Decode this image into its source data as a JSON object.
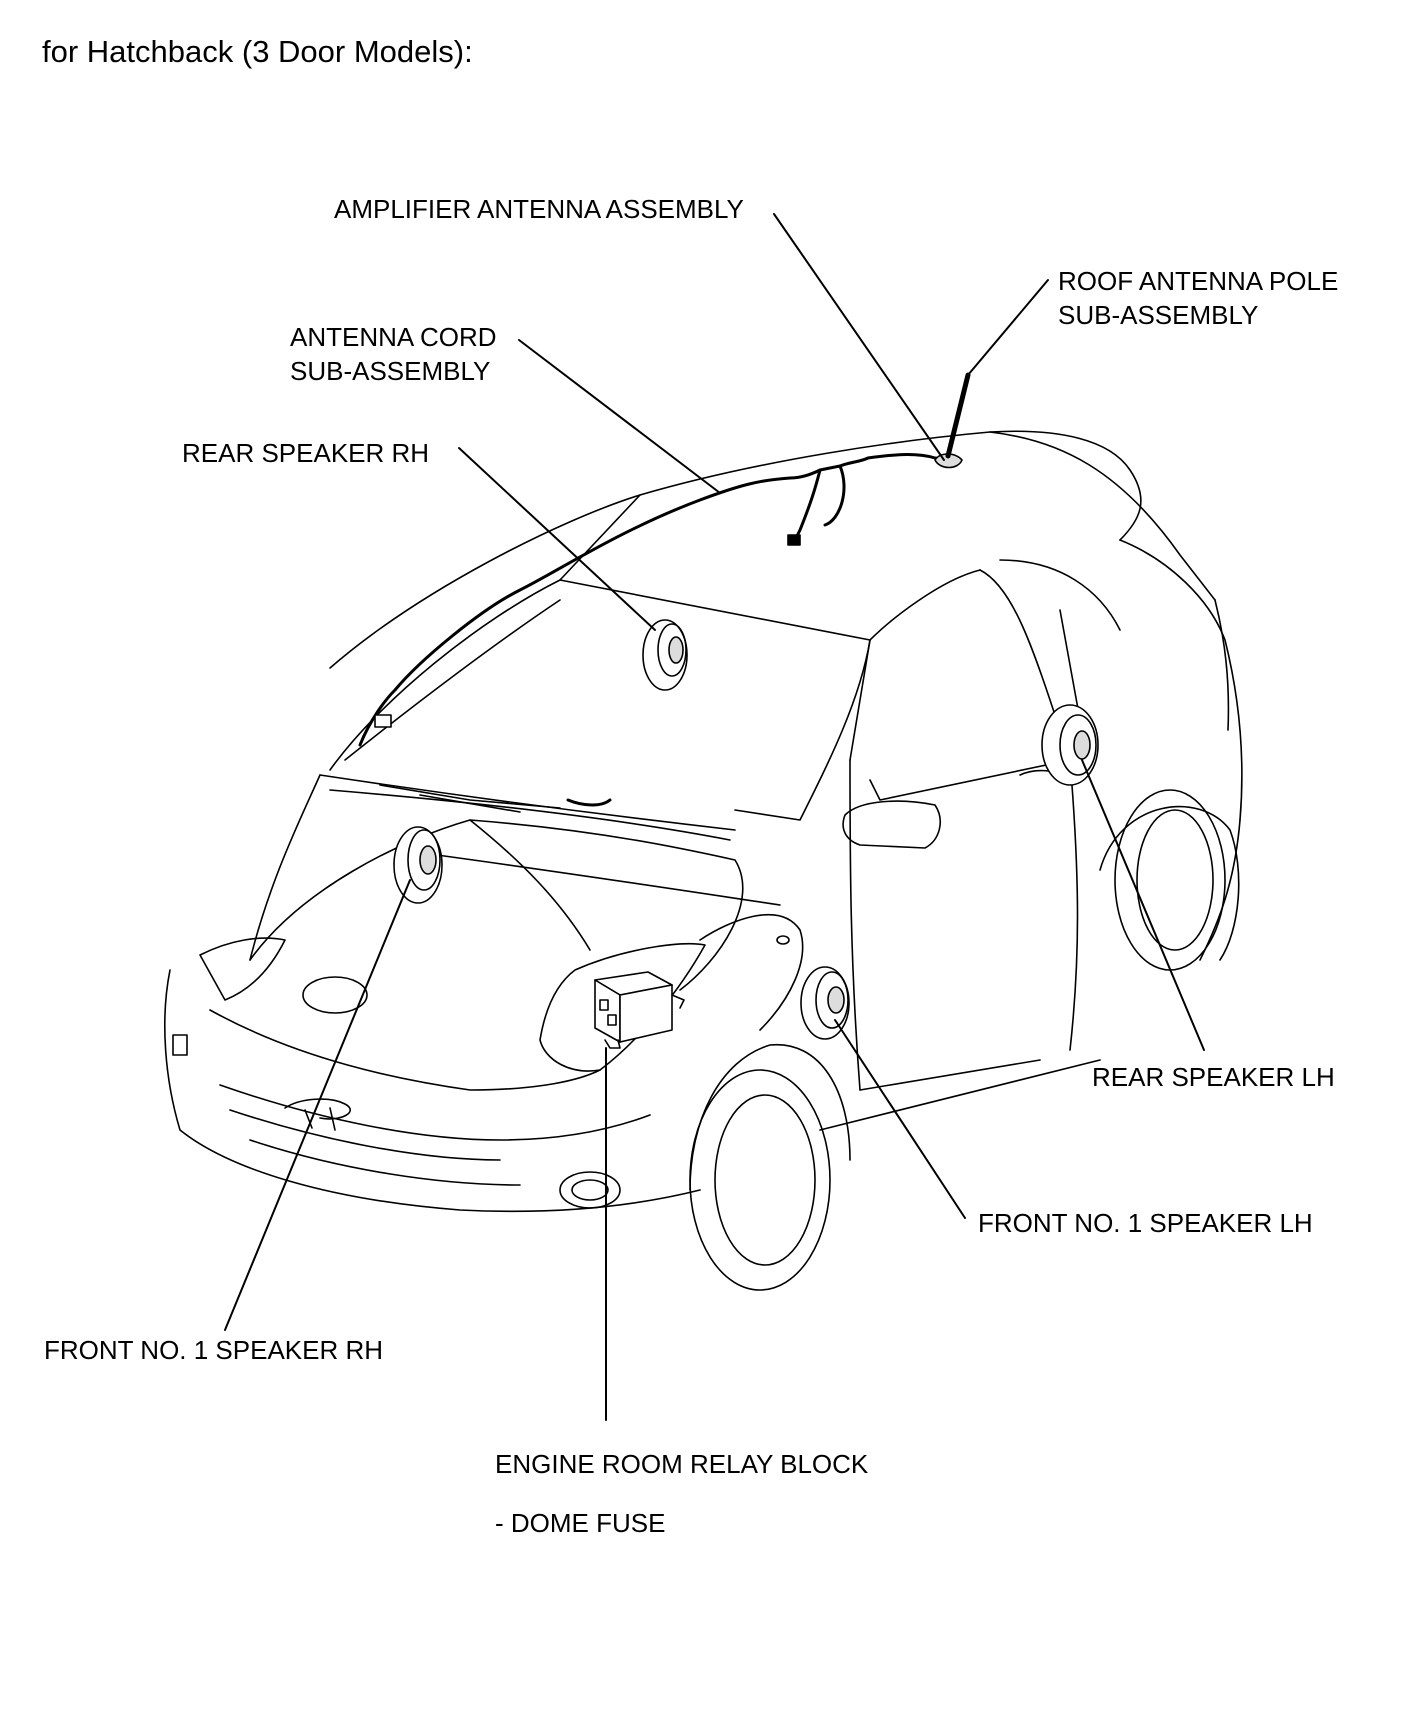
{
  "heading": "for Hatchback (3 Door Models):",
  "labels": {
    "amplifier_antenna": "AMPLIFIER ANTENNA ASSEMBLY",
    "roof_antenna_line1": "ROOF ANTENNA POLE",
    "roof_antenna_line2": "SUB-ASSEMBLY",
    "antenna_cord_line1": "ANTENNA CORD",
    "antenna_cord_line2": "SUB-ASSEMBLY",
    "rear_speaker_rh": "REAR SPEAKER RH",
    "rear_speaker_lh": "REAR SPEAKER LH",
    "front_speaker_lh": "FRONT NO. 1 SPEAKER LH",
    "front_speaker_rh": "FRONT NO. 1 SPEAKER RH",
    "engine_room_relay": "ENGINE ROOM RELAY BLOCK",
    "dome_fuse": "- DOME FUSE"
  }
}
